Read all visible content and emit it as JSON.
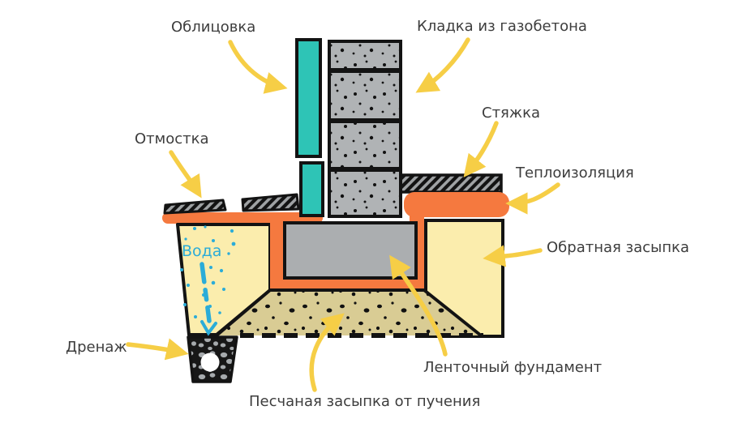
{
  "labels": {
    "cladding": "Облицовка",
    "masonry": "Кладка из газобетона",
    "screed": "Стяжка",
    "insulation": "Теплоизоляция",
    "blind_area": "Отмостка",
    "backfill": "Обратная засыпка",
    "water": "Вода",
    "drainage": "Дренаж",
    "strip_foundation": "Ленточный фундамент",
    "sand_bed": "Песчаная засыпка от пучения"
  },
  "colors": {
    "cladding_teal": "#2ec4b6",
    "masonry_gray": "#b0b3b5",
    "foundation_gray": "#abaeb0",
    "screed_gray": "#9fa2a4",
    "insulation_orange": "#f5793f",
    "backfill_yellow": "#fbedad",
    "sand_tan": "#d9cc94",
    "gravel_dark": "#171717",
    "arrow_yellow": "#f6ce46",
    "water_blue": "#2bacd8",
    "outline_black": "#131313",
    "label_text": "#3d3d3d"
  }
}
